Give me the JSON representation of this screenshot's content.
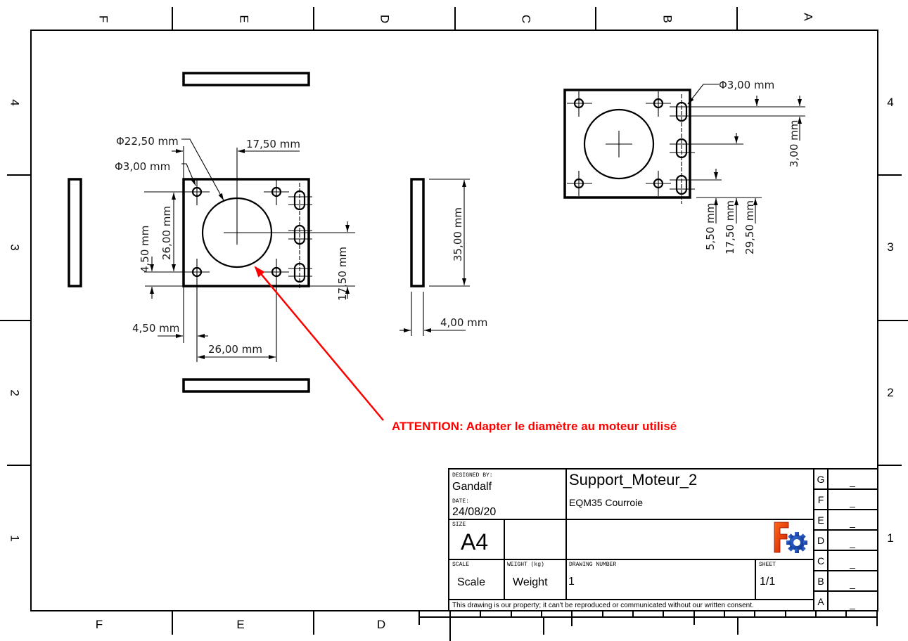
{
  "zones": {
    "columns_top": [
      "F",
      "E",
      "D",
      "C",
      "B",
      "A"
    ],
    "columns_bottom": [
      "F",
      "E",
      "D"
    ],
    "rows_left": [
      "4",
      "3",
      "2",
      "1"
    ],
    "rows_right": [
      "4",
      "3",
      "2",
      "1"
    ]
  },
  "front_view": {
    "hole_large_dia": "Φ22,50 mm",
    "hole_small_dia": "Φ3,00 mm",
    "center_offset_x": "17,50 mm",
    "hole_spacing_v": "26,00 mm",
    "edge_offset_v": "4,50 mm",
    "slot_offset_v": "17,50 mm",
    "edge_offset_h": "4,50 mm",
    "hole_spacing_h": "26,00 mm"
  },
  "side_view": {
    "height": "35,00 mm",
    "thickness": "4,00 mm"
  },
  "detail_view": {
    "slot_dia": "Φ3,00 mm",
    "slot_width": "3,00 mm",
    "slot_pos_1": "5,50 mm",
    "slot_pos_2": "17,50 mm",
    "slot_pos_3": "29,50 mm"
  },
  "annotation": {
    "note": "ATTENTION: Adapter le diamètre au moteur utilisé",
    "color": "#ff0000"
  },
  "title_block": {
    "designed_by_label": "DESIGNED BY:",
    "designed_by": "Gandalf",
    "date_label": "DATE:",
    "date": "24/08/20",
    "title": "Support_Moteur_2",
    "subtitle": "EQM35 Courroie",
    "size_label": "SIZE",
    "size": "A4",
    "scale_label": "SCALE",
    "scale": "Scale",
    "weight_label": "WEIGHT (kg)",
    "weight": "Weight",
    "drawing_number_label": "DRAWING NUMBER",
    "drawing_number": "1",
    "sheet_label": "SHEET",
    "sheet": "1/1",
    "notice": "This drawing is our property; it can't be reproduced or communicated without our written consent.",
    "revisions": [
      {
        "letter": "G",
        "value": "_"
      },
      {
        "letter": "F",
        "value": "_"
      },
      {
        "letter": "E",
        "value": "_"
      },
      {
        "letter": "D",
        "value": "_"
      },
      {
        "letter": "C",
        "value": "_"
      },
      {
        "letter": "B",
        "value": "_"
      },
      {
        "letter": "A",
        "value": "_"
      }
    ],
    "logo": "freecad-logo-icon"
  }
}
